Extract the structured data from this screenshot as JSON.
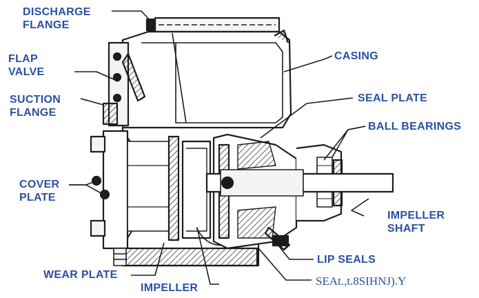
{
  "labels": {
    "discharge_flange": [
      "DISCHARGE",
      "FLANGE"
    ],
    "flap_valve": [
      "FLAP",
      "VALVE"
    ],
    "suction_flange": [
      "SUCTION",
      "FLANGE"
    ],
    "casing": "CASING",
    "seal_plate": "SEAL PLATE",
    "ball_bearings": "BALL BEARINGS",
    "cover_plate": [
      "COVER",
      "PLATE"
    ],
    "impeller_shaft": [
      "IMPELLER",
      "SHAFT"
    ],
    "lip_seals": "LIP SEALS",
    "wear_plate": "WEAR PLATE",
    "impeller": "IMPELLER",
    "seal_assembly": "SEAt.,t.8SIHNJ).Y"
  },
  "colors": {
    "label_text": "#2b4fa3",
    "line_art": "#1c1c1c"
  }
}
